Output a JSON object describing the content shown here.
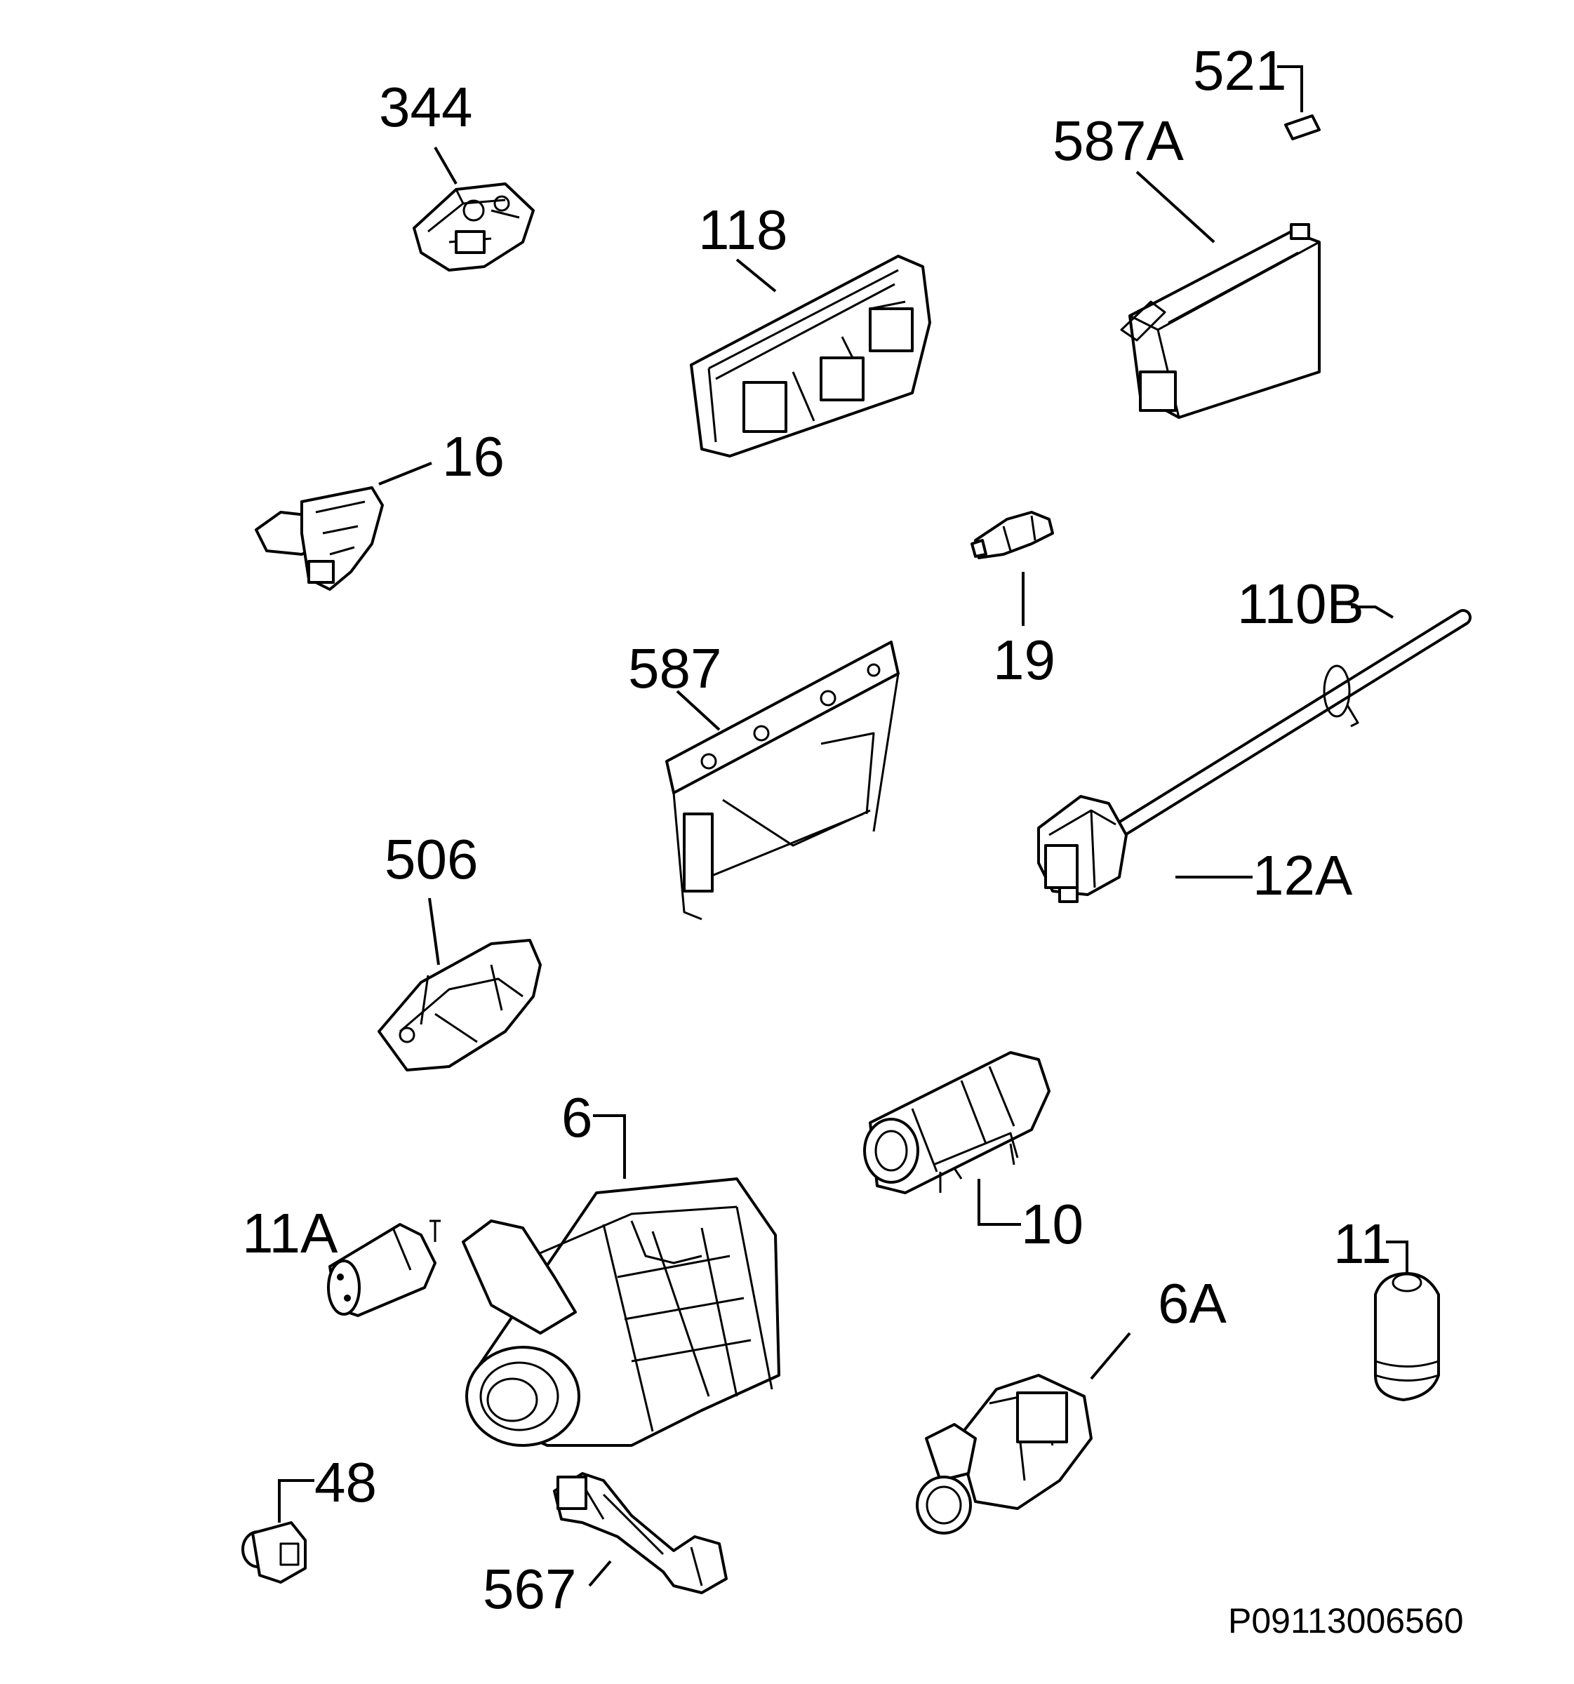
{
  "labels": {
    "p344": "344",
    "p521": "521",
    "p587A": "587A",
    "p118": "118",
    "p16": "16",
    "p19": "19",
    "p110B": "110B",
    "p587": "587",
    "p506": "506",
    "p12A": "12A",
    "p6": "6",
    "p10": "10",
    "p11A": "11A",
    "p11": "11",
    "p6A": "6A",
    "p48": "48",
    "p567": "567"
  },
  "drawing_code": "P09113006560"
}
